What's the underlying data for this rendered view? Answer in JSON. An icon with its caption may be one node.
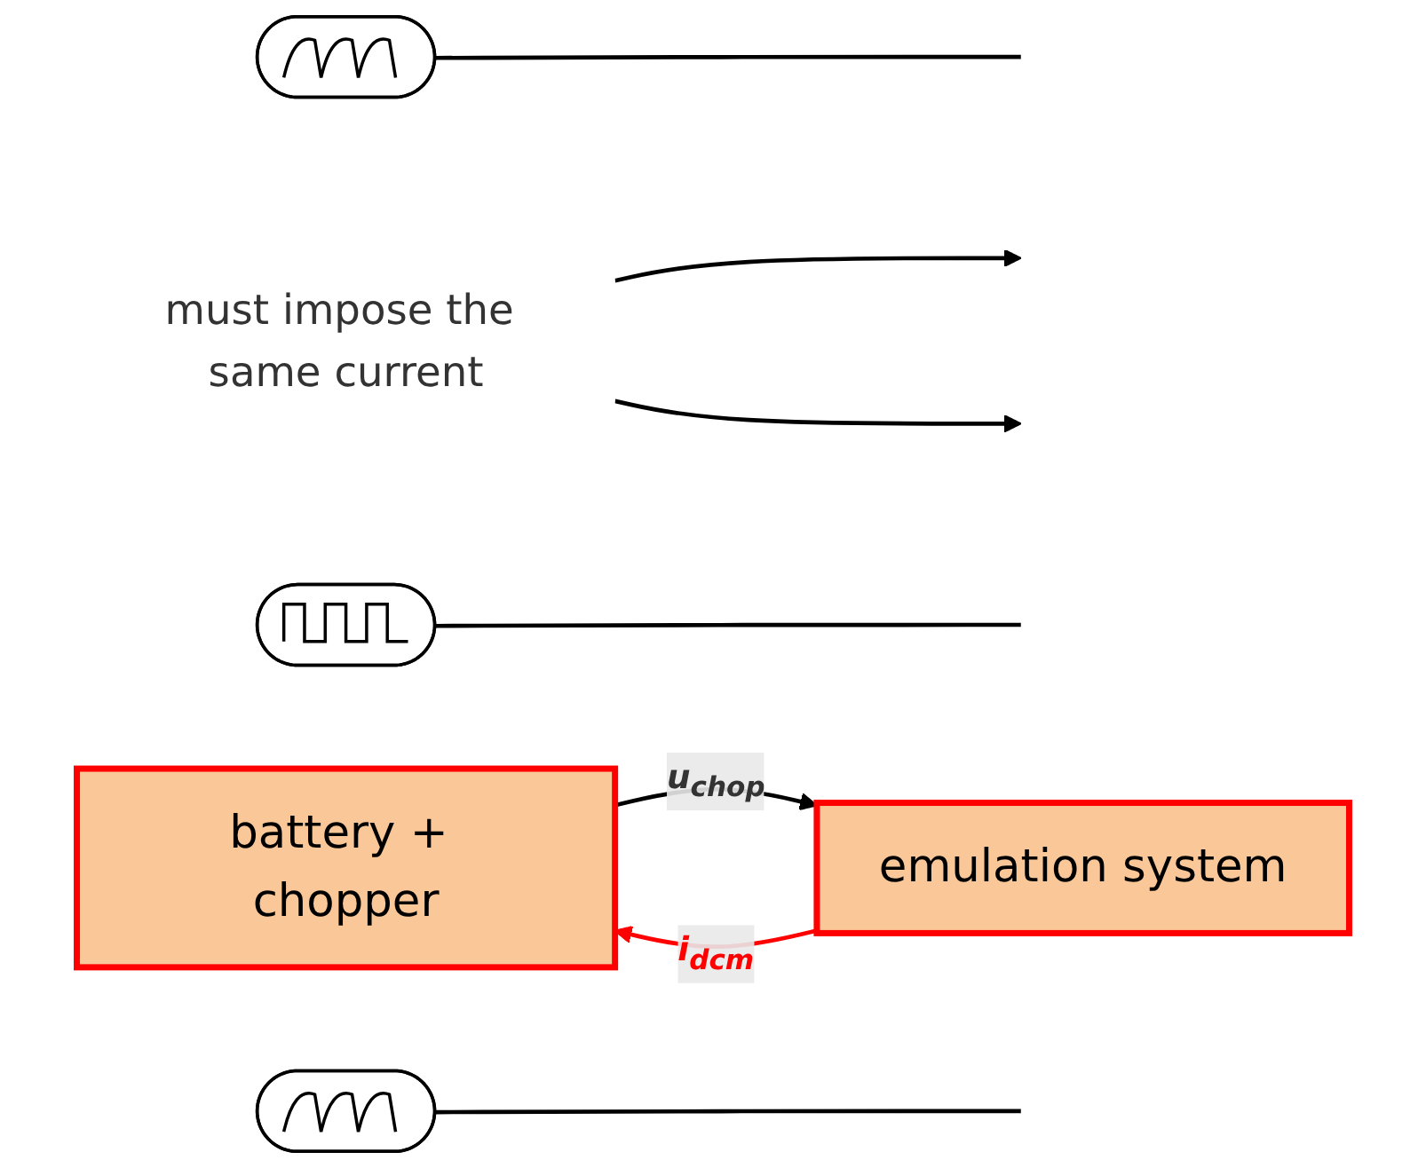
{
  "diagram": {
    "nodes": [
      {
        "text": [],
        "shape": "picture"
      },
      {
        "text": [
          "must impose the same current"
        ]
      },
      {
        "text": [],
        "shape": "picture"
      },
      {
        "text": [
          "battery + chopper"
        ]
      },
      {
        "text": [
          "emulation system"
        ]
      },
      {
        "text": [],
        "shape": "picture"
      }
    ],
    "edges": [
      {
        "from": 3,
        "to": 4,
        "arrow": "to",
        "label": "u$_{chop}$"
      },
      {
        "from": 4,
        "to": 3,
        "arrow": "to",
        "label": "i$_{dcm}$",
        "color": "#ff0000"
      },
      {
        "from": 0,
        "to": null,
        "arrow": "none"
      },
      {
        "from": 2,
        "to": null,
        "arrow": "none"
      },
      {
        "from": 5,
        "to": null,
        "arrow": "none"
      },
      {
        "from": 1,
        "to": null,
        "arrow": "to"
      },
      {
        "from": 1,
        "to": null,
        "arrow": "to"
      }
    ]
  }
}
